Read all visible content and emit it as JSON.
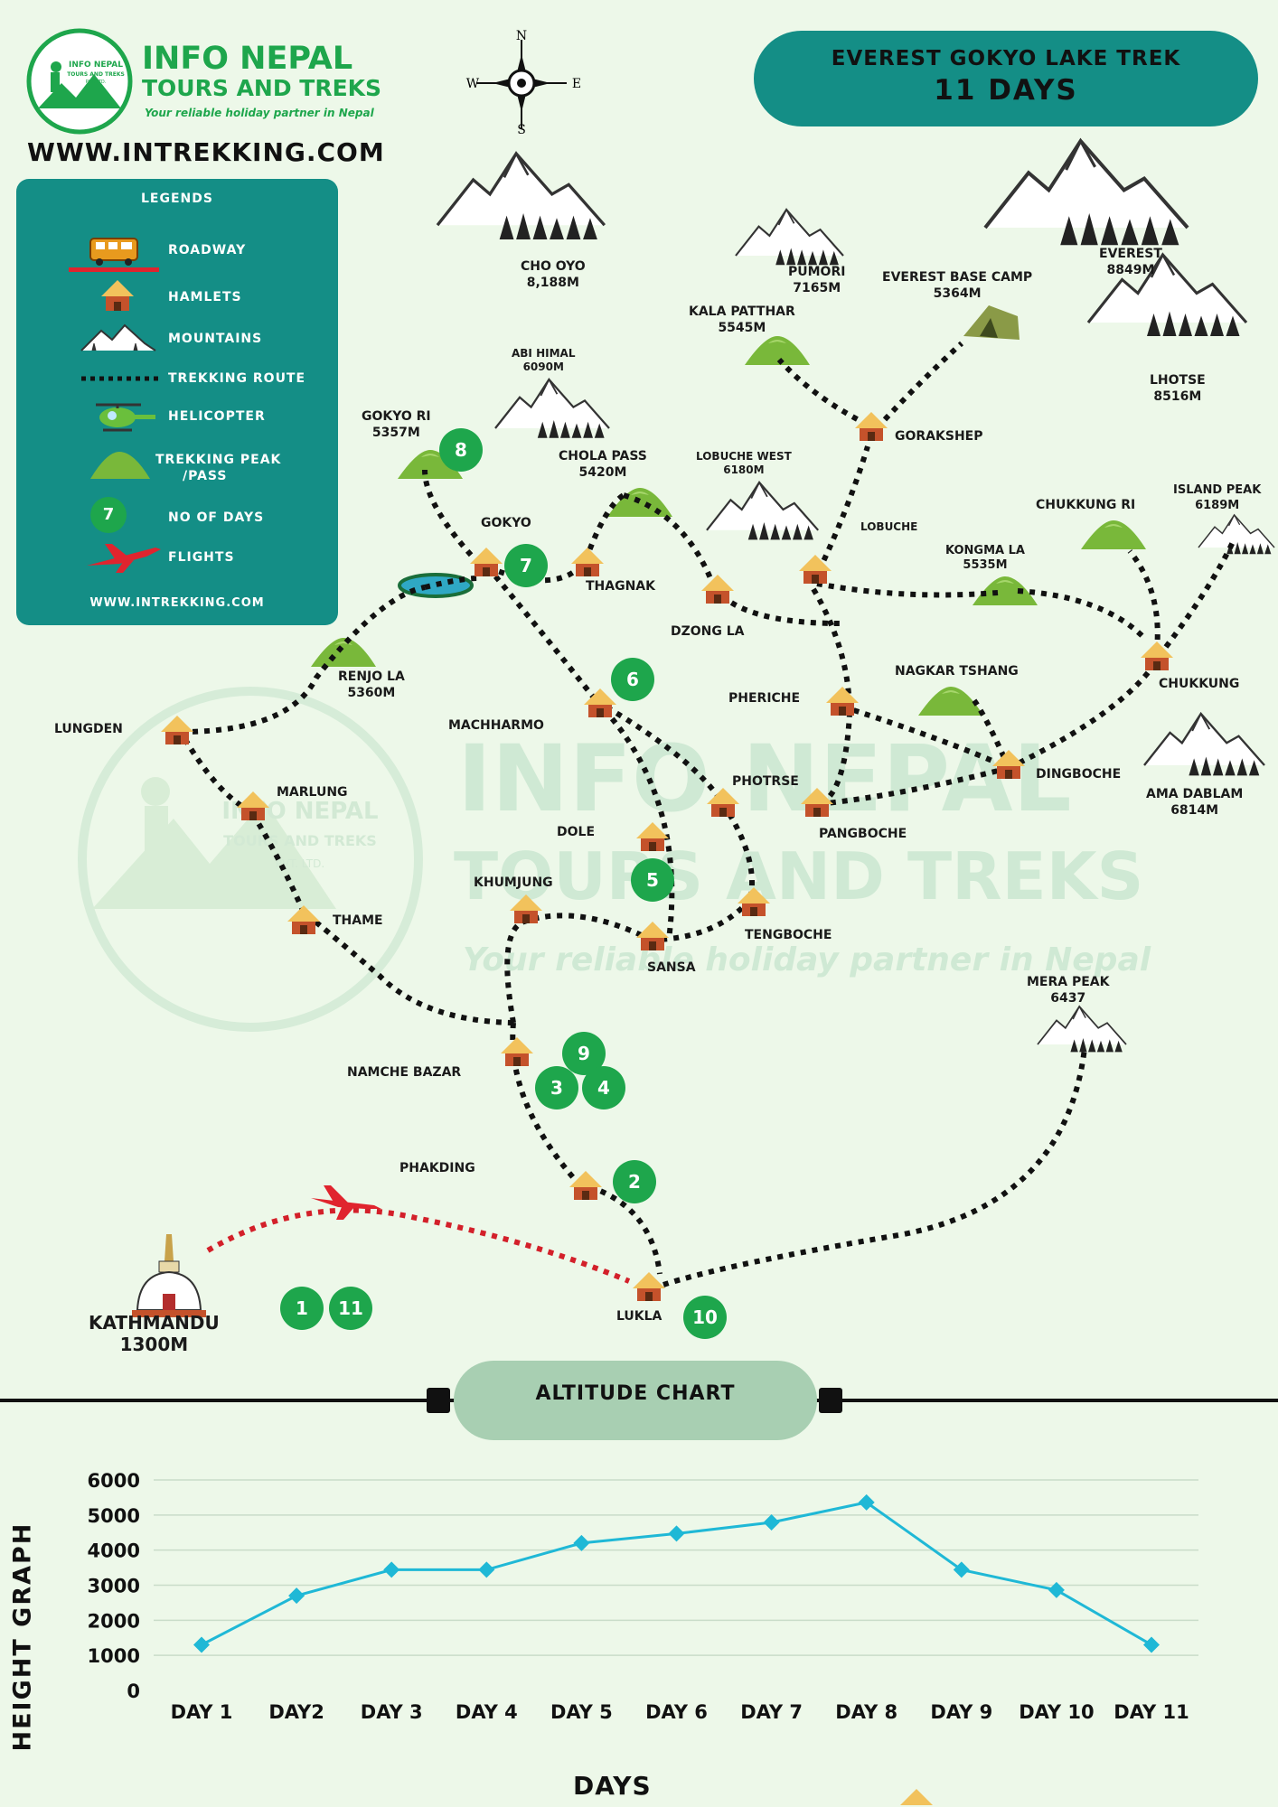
{
  "brand": {
    "logo_small": "INFO NEPAL",
    "logo_small_sub": "TOURS AND TREKS",
    "logo_small_tag": "PVT. LTD.",
    "name_line1": "INFO NEPAL",
    "name_line2": "TOURS AND TREKS",
    "tagline": "Your reliable holiday partner in Nepal",
    "website": "WWW.INTREKKING.COM",
    "color_green": "#1ea64c",
    "color_teal": "#148e86"
  },
  "compass": {
    "n": "N",
    "s": "S",
    "e": "E",
    "w": "W"
  },
  "title": {
    "line1": "EVEREST GOKYO LAKE TREK",
    "line2": "11 DAYS"
  },
  "legend": {
    "heading": "LEGENDS",
    "items": [
      {
        "label": "ROADWAY",
        "icon": "bus-icon"
      },
      {
        "label": "HAMLETS",
        "icon": "hut-icon"
      },
      {
        "label": "MOUNTAINS",
        "icon": "mountain-icon"
      },
      {
        "label": "TREKKING ROUTE",
        "icon": "dotted-line-icon"
      },
      {
        "label": "HELICOPTER",
        "icon": "helicopter-icon"
      },
      {
        "label": "TREKKING PEAK",
        "label2": "/PASS",
        "icon": "peak-icon"
      },
      {
        "label": "NO OF DAYS",
        "icon": "day-badge-icon",
        "badge": "7"
      },
      {
        "label": "FLIGHTS",
        "icon": "airplane-icon"
      }
    ],
    "website": "WWW.INTREKKING.COM"
  },
  "mountains": {
    "cho_oyo": {
      "name": "CHO OYO",
      "alt": "8,188M"
    },
    "pumori": {
      "name": "PUMORI",
      "alt": "7165M"
    },
    "everest": {
      "name": "EVEREST",
      "alt": "8849M"
    },
    "lhotse": {
      "name": "LHOTSE",
      "alt": "8516M"
    },
    "abi_himal": {
      "name": "ABI HIMAL",
      "alt": "6090M"
    },
    "lobuche_west": {
      "name": "LOBUCHE WEST",
      "alt": "6180M"
    },
    "island_peak": {
      "name": "ISLAND PEAK",
      "alt": "6189M"
    },
    "ama_dablam": {
      "name": "AMA DABLAM",
      "alt": "6814M"
    },
    "mera_peak": {
      "name": "MERA PEAK",
      "alt": "6437"
    }
  },
  "peaks": {
    "kala_patthar": {
      "name": "KALA PATTHAR",
      "alt": "5545M"
    },
    "gokyo_ri": {
      "name": "GOKYO RI",
      "alt": "5357M"
    },
    "chola_pass": {
      "name": "CHOLA PASS",
      "alt": "5420M"
    },
    "renjo_la": {
      "name": "RENJO LA",
      "alt": "5360M"
    },
    "kongma_la": {
      "name": "KONGMA LA",
      "alt": "5535M"
    },
    "chukkung_ri": {
      "name": "CHUKKUNG RI"
    },
    "nagkar_tshang": {
      "name": "NAGKAR TSHANG"
    }
  },
  "base_camp": {
    "name": "EVEREST BASE CAMP",
    "alt": "5364M"
  },
  "hamlets": {
    "gorakshep": "GORAKSHEP",
    "lobuche": "LOBUCHE",
    "gokyo": "GOKYO",
    "thagnak": "THAGNAK",
    "dzong_la": "DZONG LA",
    "chukkung": "CHUKKUNG",
    "lungden": "LUNGDEN",
    "machharmo": "MACHHARMO",
    "pheriche": "PHERICHE",
    "dingboche": "DINGBOCHE",
    "marlung": "MARLUNG",
    "photrse": "PHOTRSE",
    "pangboche": "PANGBOCHE",
    "dole": "DOLE",
    "khumjung": "KHUMJUNG",
    "thame": "THAME",
    "tengboche": "TENGBOCHE",
    "sansa": "SANSA",
    "namche": "NAMCHE BAZAR",
    "phakding": "PHAKDING",
    "lukla": "LUKLA",
    "kathmandu": "KATHMANDU",
    "kathmandu_alt": "1300M"
  },
  "day_badges": [
    "8",
    "7",
    "6",
    "5",
    "9",
    "3",
    "4",
    "2",
    "1",
    "11",
    "10"
  ],
  "watermark": {
    "line1": "INFO NEPAL",
    "line2": "TOURS AND TREKS",
    "line3": "Your reliable holiday partner in Nepal",
    "logo1": "INFO NEPAL",
    "logo2": "TOURS AND TREKS",
    "logo3": "PVT. LTD."
  },
  "altitude_chart": {
    "heading": "ALTITUDE CHART"
  },
  "chart_data": {
    "type": "line",
    "title": "",
    "xlabel": "DAYS",
    "ylabel": "HEIGHT GRAPH",
    "categories": [
      "DAY 1",
      "DAY2",
      "DAY 3",
      "DAY 4",
      "DAY 5",
      "DAY 6",
      "DAY 7",
      "DAY 8",
      "DAY 9",
      "DAY 10",
      "DAY 11"
    ],
    "values": [
      1300,
      2700,
      3440,
      3440,
      4200,
      4470,
      4790,
      5360,
      3440,
      2860,
      1300
    ],
    "yticks": [
      "0",
      "1000",
      "2000",
      "3000",
      "4000",
      "5000",
      "6000"
    ],
    "ylim": [
      0,
      6000
    ],
    "grid": true,
    "color": "#1fb8d6"
  }
}
